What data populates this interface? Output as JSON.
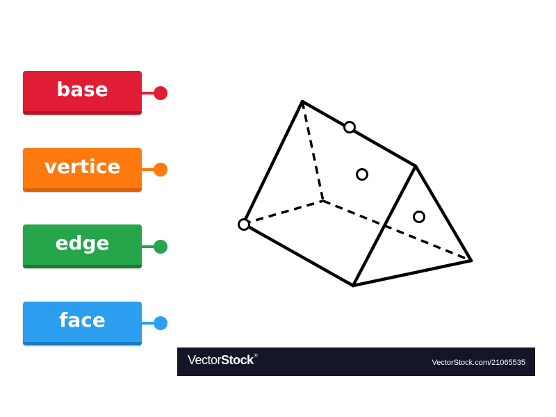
{
  "labels": [
    {
      "text": "base",
      "color": "#e11d36",
      "shade": "#b71429"
    },
    {
      "text": "vertice",
      "color": "#fe7a0f",
      "shade": "#d9630a"
    },
    {
      "text": "edge",
      "color": "#26a54b",
      "shade": "#1a7a36"
    },
    {
      "text": "face",
      "color": "#2b9ef0",
      "shade": "#1a7cc2"
    }
  ],
  "watermark": {
    "brand_thin": "Vector",
    "brand_bold": "Stock",
    "brand_mark": "®",
    "url": "VectorStock.com/21065535"
  },
  "colors": {
    "background": "#ffffff",
    "line": "#000000",
    "watermark_bg": "#151528"
  }
}
